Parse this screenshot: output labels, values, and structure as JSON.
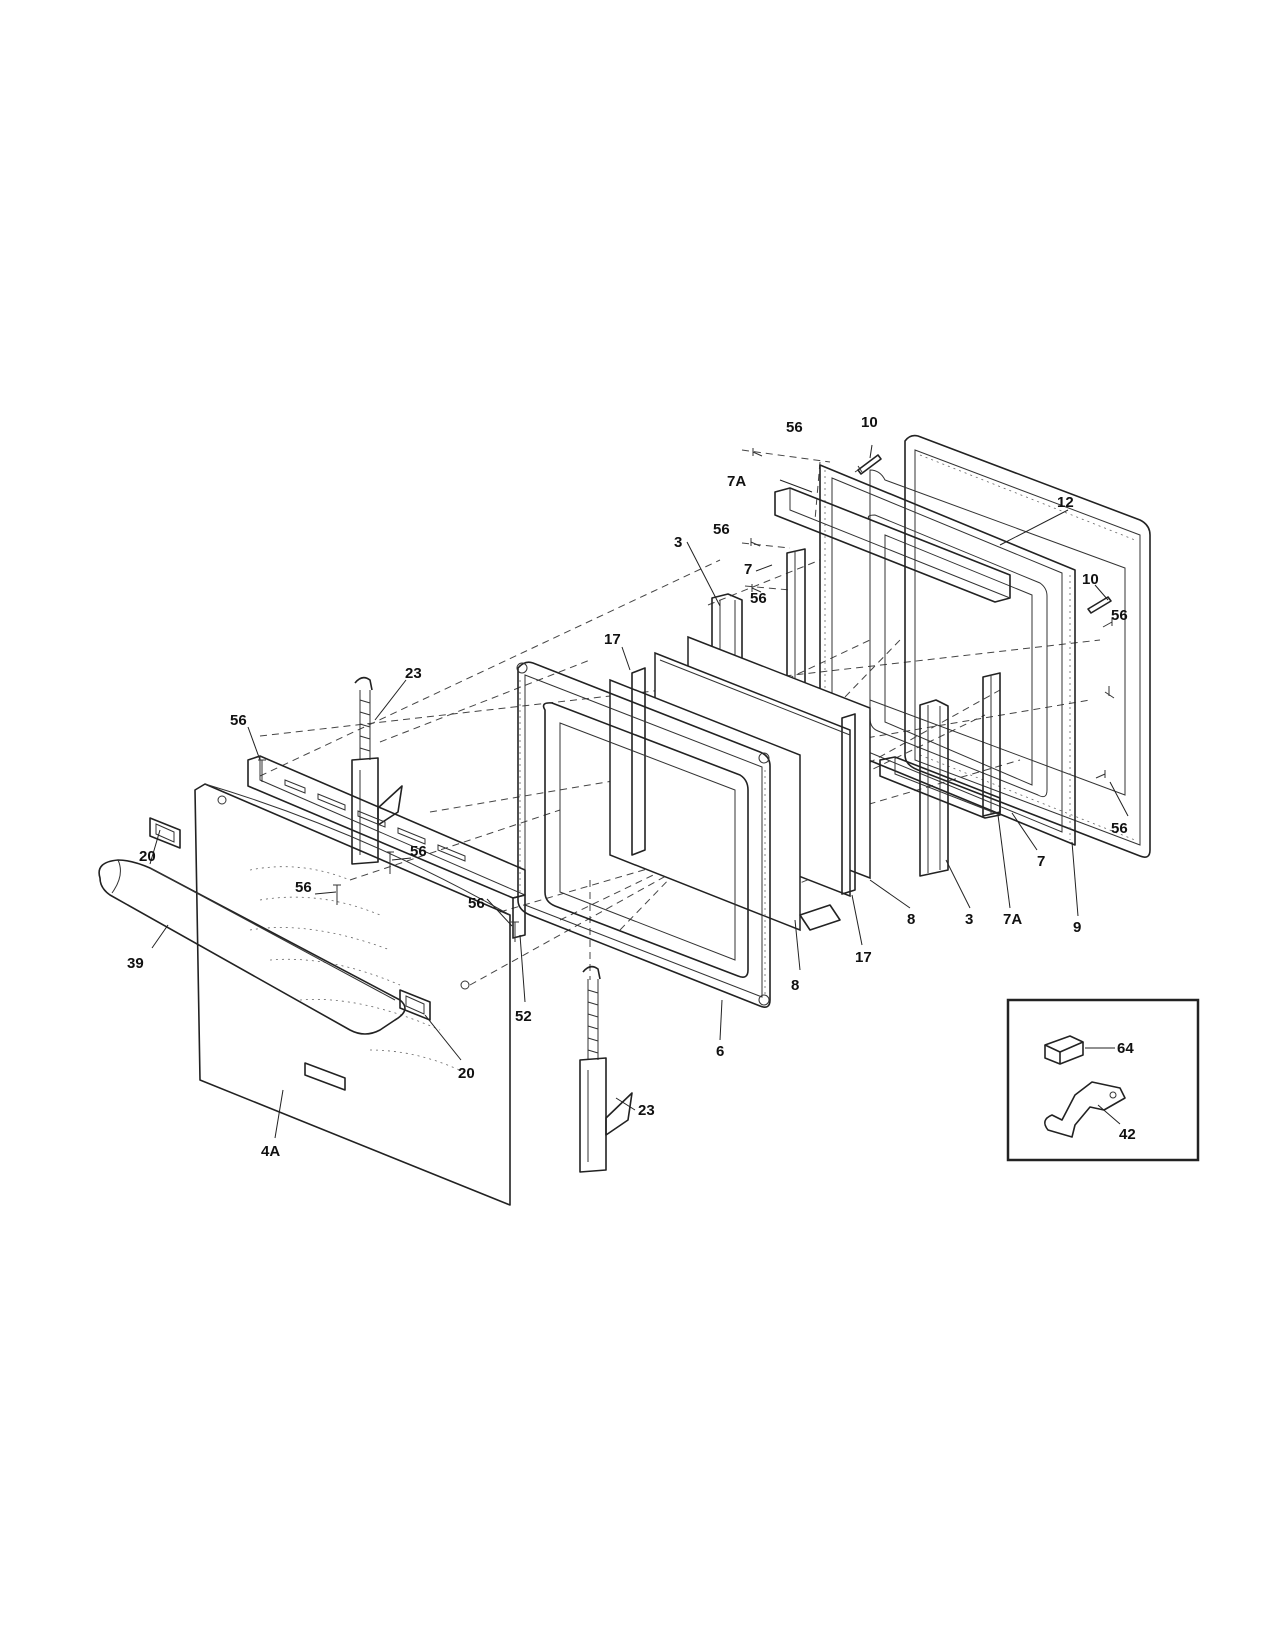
{
  "callouts": {
    "c56_top": "56",
    "c10_top": "10",
    "c7a_top": "7A",
    "c12": "12",
    "c56_b": "56",
    "c3_left": "3",
    "c7_top": "7",
    "c10_right": "10",
    "c56_c": "56",
    "c56_right": "56",
    "c17_left": "17",
    "c23_top": "23",
    "c56_d": "56",
    "c56_right2": "56",
    "c20_left": "20",
    "c56_e": "56",
    "c56_f": "56",
    "c56_g": "56",
    "c39": "39",
    "c52": "52",
    "c20_right": "20",
    "c4a": "4A",
    "c6": "6",
    "c23_bottom": "23",
    "c8_mid": "8",
    "c8_low": "8",
    "c17_right": "17",
    "c3_right": "3",
    "c7a_right": "7A",
    "c7_right": "7",
    "c9": "9",
    "c64": "64",
    "c42": "42"
  }
}
